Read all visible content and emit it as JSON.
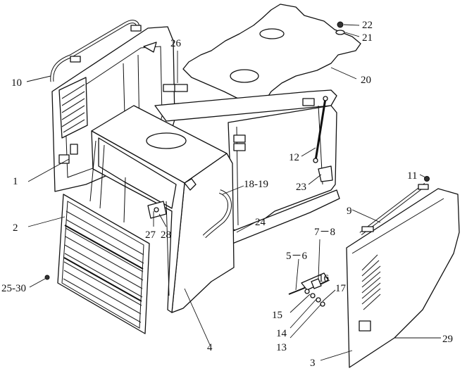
{
  "diagram": {
    "labels": [
      {
        "id": "lbl-1",
        "text": "1"
      },
      {
        "id": "lbl-2",
        "text": "2"
      },
      {
        "id": "lbl-3",
        "text": "3"
      },
      {
        "id": "lbl-4",
        "text": "4"
      },
      {
        "id": "lbl-5-6",
        "text": "5－6"
      },
      {
        "id": "lbl-7-8",
        "text": "7－8"
      },
      {
        "id": "lbl-9",
        "text": "9"
      },
      {
        "id": "lbl-10",
        "text": "10"
      },
      {
        "id": "lbl-11",
        "text": "11"
      },
      {
        "id": "lbl-12",
        "text": "12"
      },
      {
        "id": "lbl-13",
        "text": "13"
      },
      {
        "id": "lbl-14",
        "text": "14"
      },
      {
        "id": "lbl-15",
        "text": "15"
      },
      {
        "id": "lbl-16",
        "text": "16"
      },
      {
        "id": "lbl-17",
        "text": "17"
      },
      {
        "id": "lbl-18-19",
        "text": "18-19"
      },
      {
        "id": "lbl-20",
        "text": "20"
      },
      {
        "id": "lbl-21",
        "text": "21"
      },
      {
        "id": "lbl-22",
        "text": "22"
      },
      {
        "id": "lbl-23",
        "text": "23"
      },
      {
        "id": "lbl-24",
        "text": "24"
      },
      {
        "id": "lbl-25-30",
        "text": "25-30"
      },
      {
        "id": "lbl-26",
        "text": "26"
      },
      {
        "id": "lbl-27",
        "text": "27"
      },
      {
        "id": "lbl-28",
        "text": "28"
      },
      {
        "id": "lbl-29",
        "text": "29"
      }
    ]
  }
}
